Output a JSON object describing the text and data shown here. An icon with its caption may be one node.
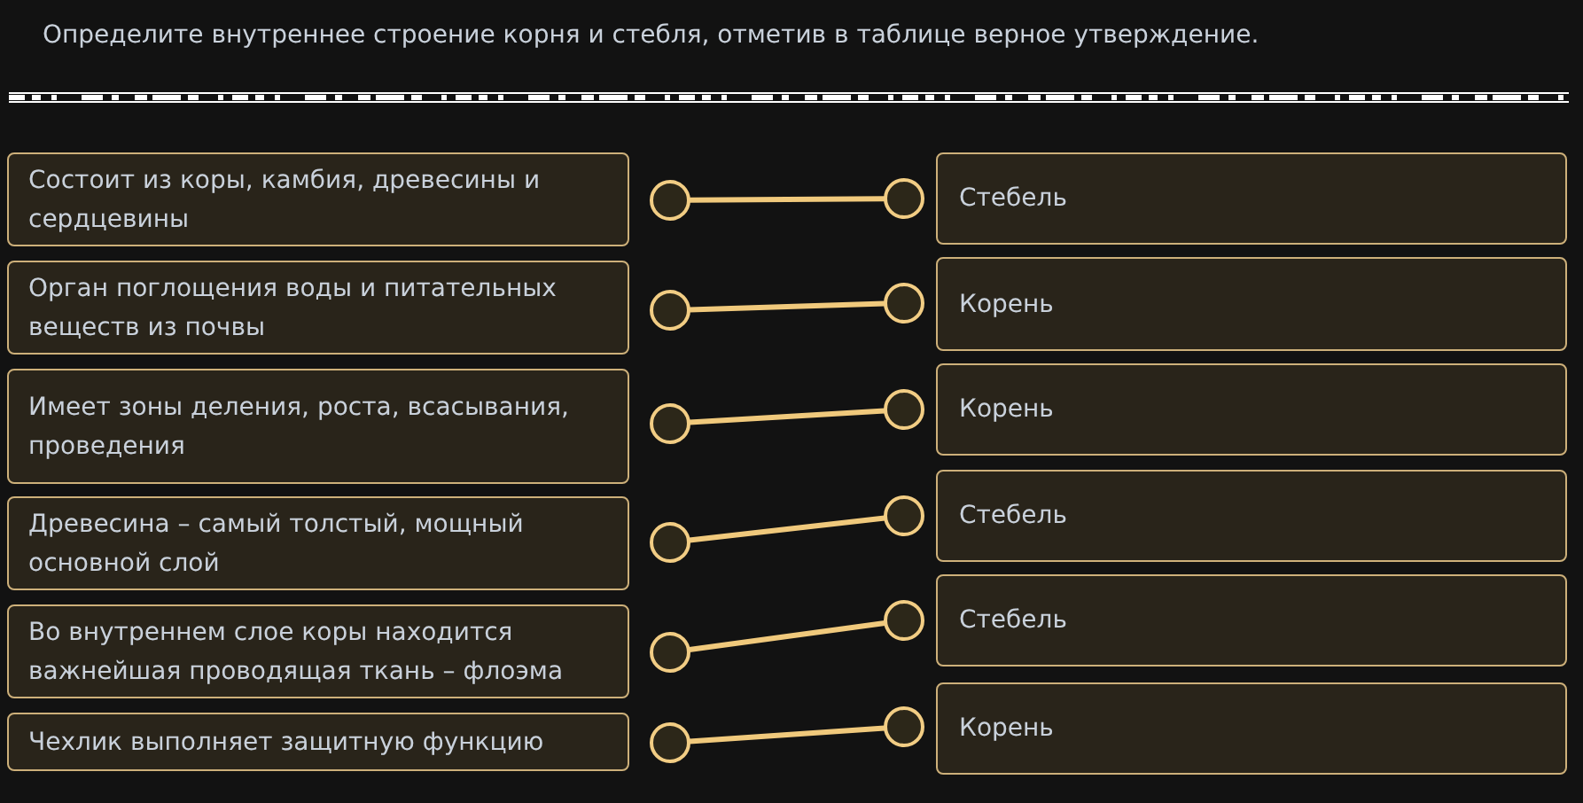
{
  "diagram": {
    "title": "Определите внутреннее строение корня и стебля, отметив в таблице верное утверждение.",
    "nodes": [
      {
        "text": [
          "Состоит из коры, камбия, древесины и сердцевины"
        ]
      },
      {
        "text": [],
        "shape": "circle"
      },
      {
        "text": [],
        "shape": "circle"
      },
      {
        "text": [
          "Стебель"
        ]
      },
      {
        "text": [
          "Орган поглощения воды и питательных веществ из почвы"
        ]
      },
      {
        "text": [],
        "shape": "circle"
      },
      {
        "text": [],
        "shape": "circle"
      },
      {
        "text": [
          "Корень"
        ]
      },
      {
        "text": [
          "Имеет зоны деления, роста, всасывания, проведения"
        ]
      },
      {
        "text": [],
        "shape": "circle"
      },
      {
        "text": [],
        "shape": "circle"
      },
      {
        "text": [
          "Корень"
        ]
      },
      {
        "text": [
          "Древесина – самый толстый, мощный основной слой"
        ]
      },
      {
        "text": [],
        "shape": "circle"
      },
      {
        "text": [],
        "shape": "circle"
      },
      {
        "text": [
          "Стебель"
        ]
      },
      {
        "text": [
          "Во внутреннем слое коры находится важнейшая проводящая ткань – флоэма"
        ]
      },
      {
        "text": [],
        "shape": "circle"
      },
      {
        "text": [],
        "shape": "circle"
      },
      {
        "text": [
          "Стебель"
        ]
      },
      {
        "text": [
          "Чехлик выполняет защитную функцию"
        ]
      },
      {
        "text": [],
        "shape": "circle"
      },
      {
        "text": [],
        "shape": "circle"
      },
      {
        "text": [
          "Корень"
        ]
      }
    ],
    "edges": [
      {
        "from": 1,
        "to": 2,
        "arrow": "none"
      },
      {
        "from": 5,
        "to": 6,
        "arrow": "none"
      },
      {
        "from": 9,
        "to": 10,
        "arrow": "none"
      },
      {
        "from": 13,
        "to": 14,
        "arrow": "none"
      },
      {
        "from": 17,
        "to": 18,
        "arrow": "none"
      },
      {
        "from": 21,
        "to": 22,
        "arrow": "none"
      }
    ]
  }
}
